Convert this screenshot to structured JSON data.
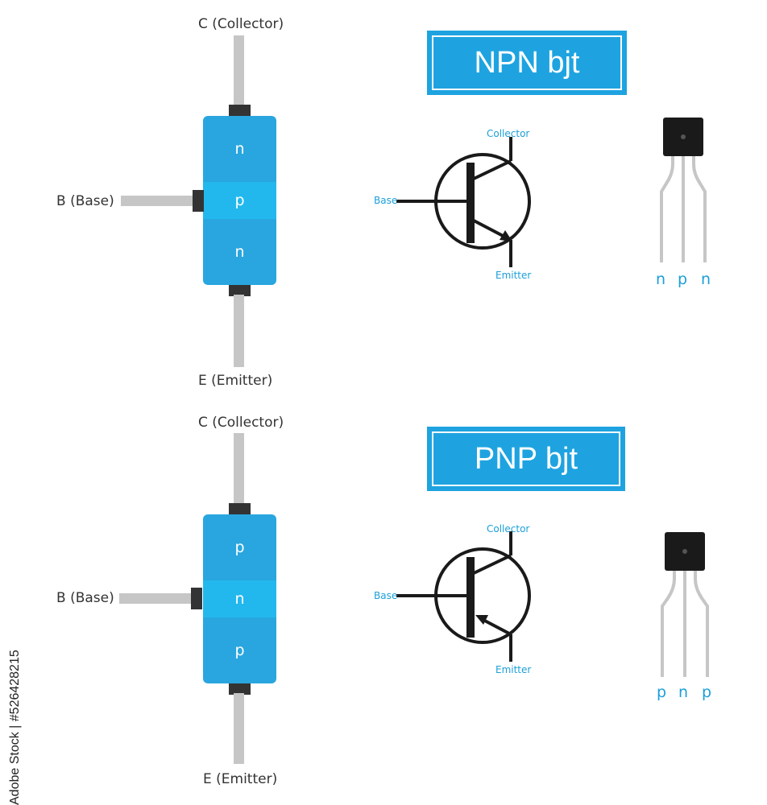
{
  "npn": {
    "title": "NPN bjt",
    "collector_label": "C (Collector)",
    "base_label": "B (Base)",
    "emitter_label": "E (Emitter)",
    "layers": [
      "n",
      "p",
      "n"
    ],
    "symbol": {
      "collector": "Collector",
      "base": "Base",
      "emitter": "Emitter"
    },
    "pins": [
      "n",
      "p",
      "n"
    ]
  },
  "pnp": {
    "title": "PNP bjt",
    "collector_label": "C (Collector)",
    "base_label": "B (Base)",
    "emitter_label": "E (Emitter)",
    "layers": [
      "p",
      "n",
      "p"
    ],
    "symbol": {
      "collector": "Collector",
      "base": "Base",
      "emitter": "Emitter"
    },
    "pins": [
      "p",
      "n",
      "p"
    ]
  },
  "credit": "Adobe Stock | #526428215",
  "colors": {
    "device_blue": "#29a6df",
    "middle_layer": "#22b8ee",
    "title_blue": "#1ea3e0",
    "lead_gray": "#c6c6c6",
    "symbol_black": "#1a1a1a",
    "label_blue": "#1b9fd8"
  }
}
